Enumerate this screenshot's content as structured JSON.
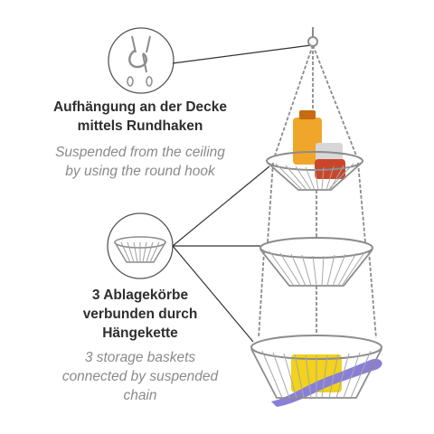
{
  "hook_feature": {
    "title_de": [
      "Aufhängung an der Decke",
      "mittels Rundhaken"
    ],
    "title_en": [
      "Suspended from the ceiling",
      "by using the round hook"
    ]
  },
  "basket_feature": {
    "title_de": [
      "3 Ablagekörbe",
      "verbunden durch",
      "Hängekette"
    ],
    "title_en": [
      "3 storage baskets",
      "connected by suspended",
      "chain"
    ]
  },
  "colors": {
    "text_dark": "#2e2e2e",
    "text_muted": "#8a8a8a",
    "wire": "#8c8c8c",
    "callout_line": "#333333",
    "brush_purple": "#8a7fd6",
    "sponge_yellow": "#f2d21c",
    "bottle_orange": "#f0a62a",
    "sponge_red": "#c9462a"
  },
  "icons": [
    "round-hook-detail-icon",
    "basket-detail-icon",
    "hanging-basket-illustration"
  ]
}
